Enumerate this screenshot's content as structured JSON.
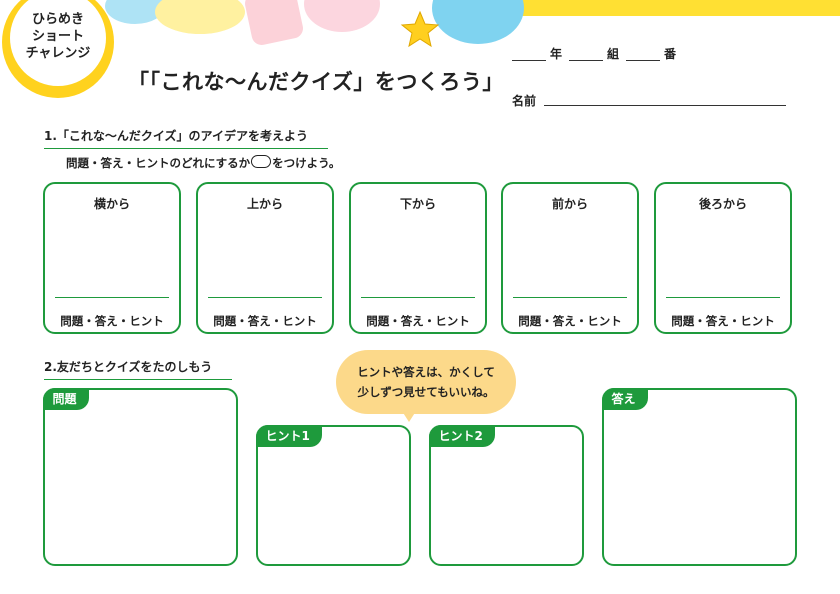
{
  "badge": {
    "line1": "ひらめき",
    "line2": "ショート",
    "line3": "チャレンジ"
  },
  "title": "「「これな〜んだクイズ」をつくろう」",
  "student_fields": {
    "year": "年",
    "class": "組",
    "number": "番",
    "name": "名前"
  },
  "section1": {
    "heading": "1.「これな〜んだクイズ」のアイデアを考えよう",
    "instruction_before": "問題・答え・ヒントのどれにするか",
    "instruction_after": "をつけよう。",
    "cards": [
      {
        "title": "横から",
        "options": "問題・答え・ヒント"
      },
      {
        "title": "上から",
        "options": "問題・答え・ヒント"
      },
      {
        "title": "下から",
        "options": "問題・答え・ヒント"
      },
      {
        "title": "前から",
        "options": "問題・答え・ヒント"
      },
      {
        "title": "後ろから",
        "options": "問題・答え・ヒント"
      }
    ]
  },
  "section2": {
    "heading": "2.友だちとクイズをたのしもう",
    "bubble_line1": "ヒントや答えは、かくして",
    "bubble_line2": "少しずつ見せてもいいね。",
    "boxes": {
      "question": "問題",
      "hint1": "ヒント1",
      "hint2": "ヒント2",
      "answer": "答え"
    }
  },
  "colors": {
    "accent_green": "#1e9a3c",
    "bubble": "#fcd98a",
    "badge_yellow": "#ffd21e",
    "top_bar_yellow": "#ffe033"
  }
}
